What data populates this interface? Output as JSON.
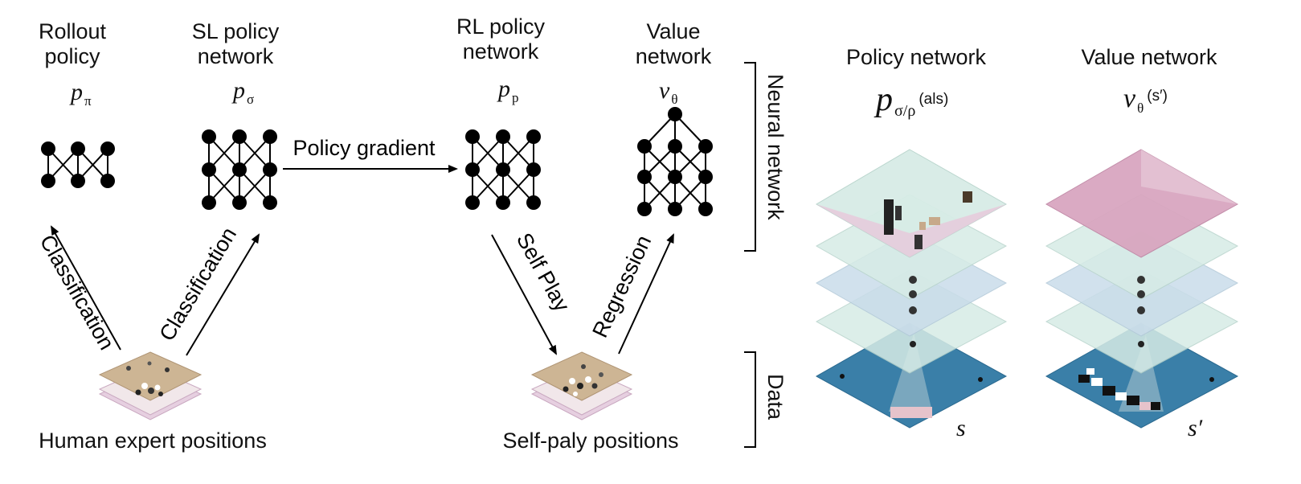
{
  "models": {
    "rollout": {
      "title_line1": "Rollout",
      "title_line2": "policy",
      "symbol": "p",
      "subscript": "π"
    },
    "sl": {
      "title_line1": "SL policy",
      "title_line2": "network",
      "symbol": "p",
      "subscript": "σ"
    },
    "rl": {
      "title_line1": "RL policy",
      "title_line2": "network",
      "symbol": "p",
      "subscript": "p"
    },
    "value": {
      "title_line1": "Value",
      "title_line2": "network",
      "symbol": "v",
      "subscript": "θ"
    }
  },
  "arrows": {
    "policy_gradient": "Policy gradient",
    "classification_left": "Classification",
    "classification_right": "Classification",
    "self_play": "Self Play",
    "regression": "Regression"
  },
  "data_labels": {
    "human": "Human expert positions",
    "self": "Self-paly positions"
  },
  "brackets": {
    "neural": "Neural network",
    "data": "Data"
  },
  "right_panel": {
    "policy_title": "Policy network",
    "policy_symbol": "p",
    "policy_sub": "σ/ρ",
    "policy_arg": "(als)",
    "value_title": "Value network",
    "value_symbol": "v",
    "value_sub": "θ",
    "value_arg": "(s′)",
    "state_left": "s",
    "state_right": "s′"
  },
  "colors": {
    "board": "#d8c4a6",
    "board_blue": "#3a7fa8",
    "layer_green": "#d7ece6",
    "layer_blue": "#c9dcea",
    "value_pink": "#d9a6c0",
    "policy_pink": "#e8c6da"
  }
}
